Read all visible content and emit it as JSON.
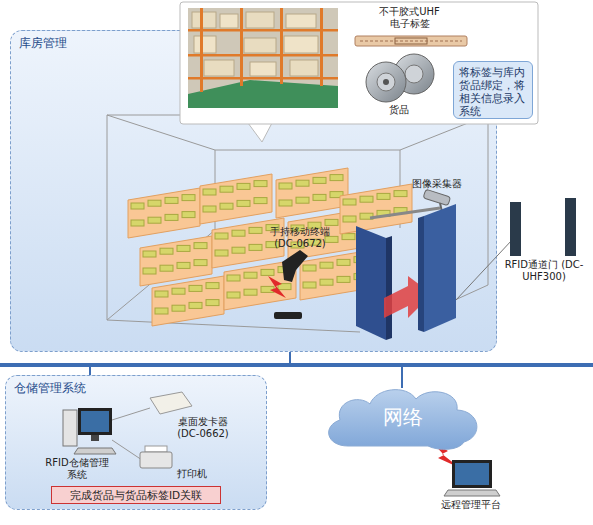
{
  "diagram": {
    "nodes": [
      {
        "text": [
          "库房管理"
        ]
      },
      {
        "text": [
          "将标签与库内货品绑定，将相关信息录入系统"
        ],
        "in": 0
      },
      {
        "text": [
          "仓储管理系统"
        ]
      },
      {
        "text": [
          "完成货品与货品标签ID关联"
        ],
        "in": 2
      },
      {
        "text": [
          "网络"
        ]
      }
    ],
    "edges": [
      {
        "from": 0,
        "to": 2,
        "arrow": "none"
      },
      {
        "from": 0,
        "to": 4,
        "arrow": "none"
      }
    ],
    "labels": [
      "不干胶式UHF 电子标签",
      "货品",
      "图像采集器",
      "手持移动终端 (DC-0672)",
      "RFID通道门 (DC-UHF300)",
      "RFID仓储管理 系统",
      "桌面发卡器 (DC-0662)",
      "打印机",
      "远程管理平台"
    ]
  }
}
